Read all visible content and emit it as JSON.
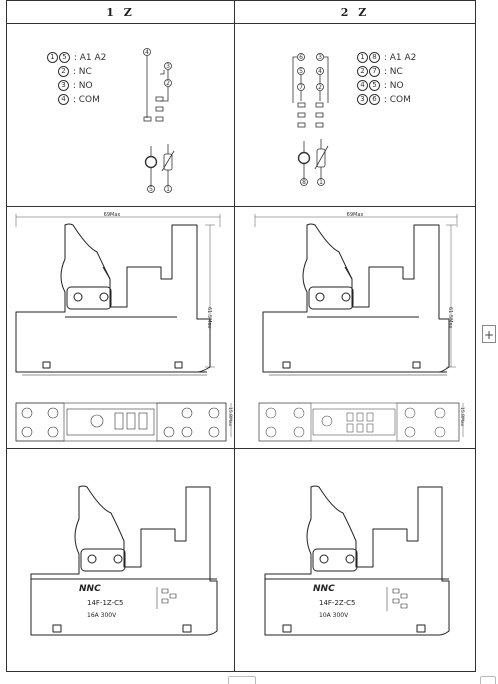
{
  "columns": [
    {
      "header": "1 Z"
    },
    {
      "header": "2 Z"
    }
  ],
  "wiring": {
    "left": {
      "legend": [
        {
          "pins": [
            "1",
            "5"
          ],
          "label": ": A1  A2"
        },
        {
          "pins": [
            "2"
          ],
          "label": ": NC"
        },
        {
          "pins": [
            "3"
          ],
          "label": ": NO"
        },
        {
          "pins": [
            "4"
          ],
          "label": ": COM"
        }
      ],
      "pin_labels": [
        "4",
        "3",
        "2",
        "5",
        "1"
      ]
    },
    "right": {
      "legend": [
        {
          "pins": [
            "1",
            "8"
          ],
          "label": ": A1  A2"
        },
        {
          "pins": [
            "2",
            "7"
          ],
          "label": ": NC"
        },
        {
          "pins": [
            "4",
            "5"
          ],
          "label": ": NO"
        },
        {
          "pins": [
            "3",
            "6"
          ],
          "label": ": COM"
        }
      ],
      "pin_labels": [
        "6",
        "3",
        "5",
        "4",
        "7",
        "2",
        "8",
        "1"
      ]
    }
  },
  "dimensions": {
    "width_label": "69Max",
    "height_label": "61.5Max",
    "depth_label": "15.8Max"
  },
  "products": [
    {
      "brand": "NNC",
      "model": "14F-1Z-C5",
      "rating": "16A  300V"
    },
    {
      "brand": "NNC",
      "model": "14F-2Z-C5",
      "rating": "10A  300V"
    }
  ],
  "ui": {
    "add_button": "+"
  }
}
